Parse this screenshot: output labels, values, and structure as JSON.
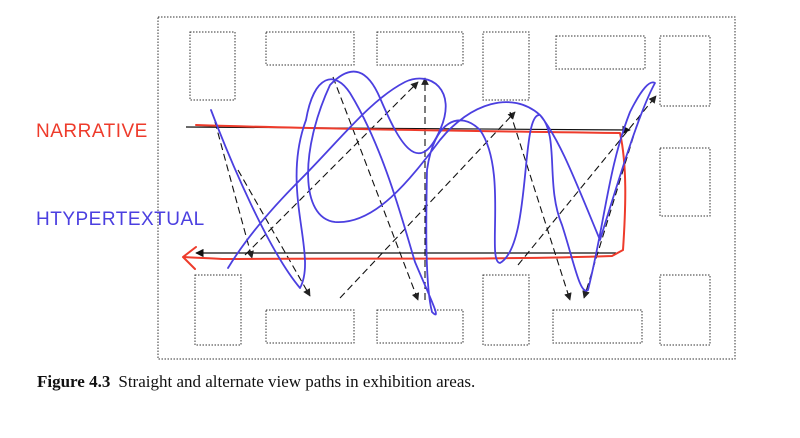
{
  "labels": {
    "narrative": "NARRATIVE",
    "hypertextual": "HTYPERTEXTUAL"
  },
  "caption": {
    "figure_number": "Figure 4.3",
    "text": "Straight and alternate view paths in exhibition areas."
  },
  "colors": {
    "narrative": "#ee3b2b",
    "hypertextual": "#4b3fe0",
    "dashed_path": "#111111",
    "frame": "#333333"
  }
}
